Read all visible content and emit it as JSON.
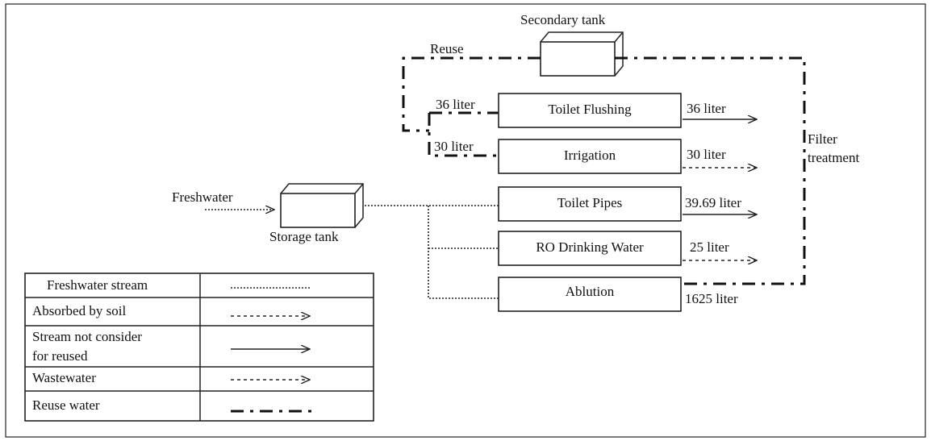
{
  "diagram": {
    "labels": {
      "reuse": "Reuse",
      "secondary_tank": "Secondary tank",
      "storage_tank": "Storage tank",
      "freshwater": "Freshwater",
      "filter_line1": "Filter",
      "filter_line2": "treatment"
    },
    "processes": {
      "toilet_flushing": "Toilet Flushing",
      "irrigation": "Irrigation",
      "toilet_pipes": "Toilet Pipes",
      "ro_drinking": "RO Drinking Water",
      "ablution": "Ablution"
    },
    "flows": {
      "in_flushing": "36 liter",
      "in_irrigation": "30 liter",
      "out_flushing": "36 liter",
      "out_irrigation": "30 liter",
      "out_toilet_pipes": "39.69 liter",
      "out_ro": "25 liter",
      "out_ablution": "1625 liter"
    }
  },
  "legend": {
    "rows": [
      {
        "label": "Freshwater stream",
        "style": "dotted"
      },
      {
        "label": "Absorbed by soil",
        "style": "dashed-arrow"
      },
      {
        "label_lines": [
          "Stream not consider",
          "for reused"
        ],
        "style": "solid-arrow"
      },
      {
        "label": "Wastewater",
        "style": "dashed-arrow"
      },
      {
        "label": "Reuse water",
        "style": "dash-dot"
      }
    ]
  }
}
